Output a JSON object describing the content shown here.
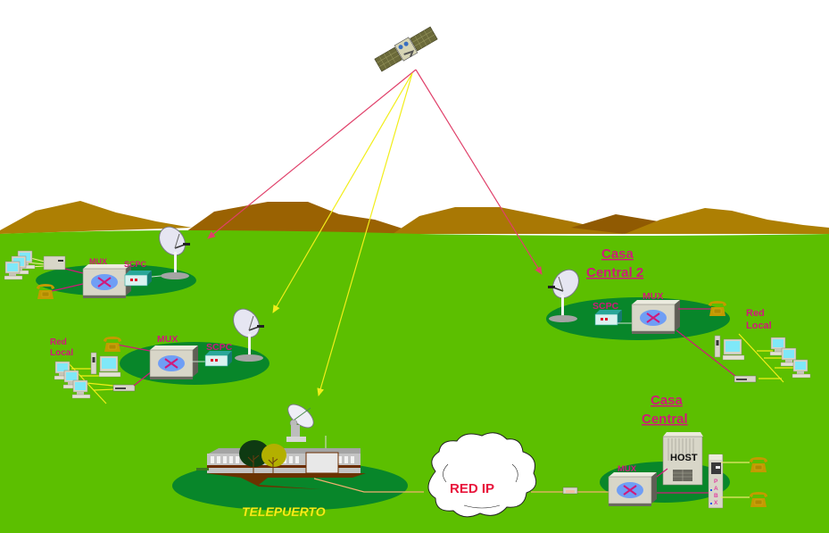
{
  "diagram": {
    "language": "es",
    "colors": {
      "sky": "#ffffff",
      "ground": "#5cbf00",
      "site_pad": "#08862a",
      "mountains": [
        "#ad7f03",
        "#9a6202",
        "#a97804",
        "#905a02"
      ],
      "uplink_line": "#e0406a",
      "downlink_line": "#f2ee1a",
      "label_magenta": "#d0197a",
      "mux_ellipse": "#6f9ef5",
      "cable_orange": "#f2b070",
      "lan_bus": "#e8e820",
      "phone": "#c39a00",
      "telepuerto_label": "#f7f21a",
      "red_ip_text": "#e8133b"
    },
    "satellite": {
      "icon": "satellite-icon"
    },
    "sites": {
      "remote_1": {
        "mux_label": "MUX",
        "scpc_label": "SCPC"
      },
      "remote_2": {
        "mux_label": "MUX",
        "scpc_label": "SCPC",
        "lan_label_line1": "Red",
        "lan_label_line2": "Local"
      },
      "casa_central_2": {
        "title_line1": "Casa",
        "title_line2": "Central 2",
        "mux_label": "MUX",
        "scpc_label": "SCPC",
        "lan_label_line1": "Red",
        "lan_label_line2": "Local"
      },
      "telepuerto": {
        "label": "TELEPUERTO"
      },
      "red_ip": {
        "label": "RED IP"
      },
      "casa_central": {
        "title_line1": "Casa",
        "title_line2": "Central",
        "mux_label": "MUX",
        "host_label": "HOST",
        "pabx_letters": [
          "P",
          "A",
          "B",
          "X"
        ]
      }
    },
    "links": [
      {
        "from": "satellite",
        "to": "remote_1",
        "type": "uplink"
      },
      {
        "from": "satellite",
        "to": "casa_central_2",
        "type": "uplink"
      },
      {
        "from": "satellite",
        "to": "remote_2",
        "type": "downlink"
      },
      {
        "from": "satellite",
        "to": "telepuerto",
        "type": "downlink"
      }
    ]
  }
}
